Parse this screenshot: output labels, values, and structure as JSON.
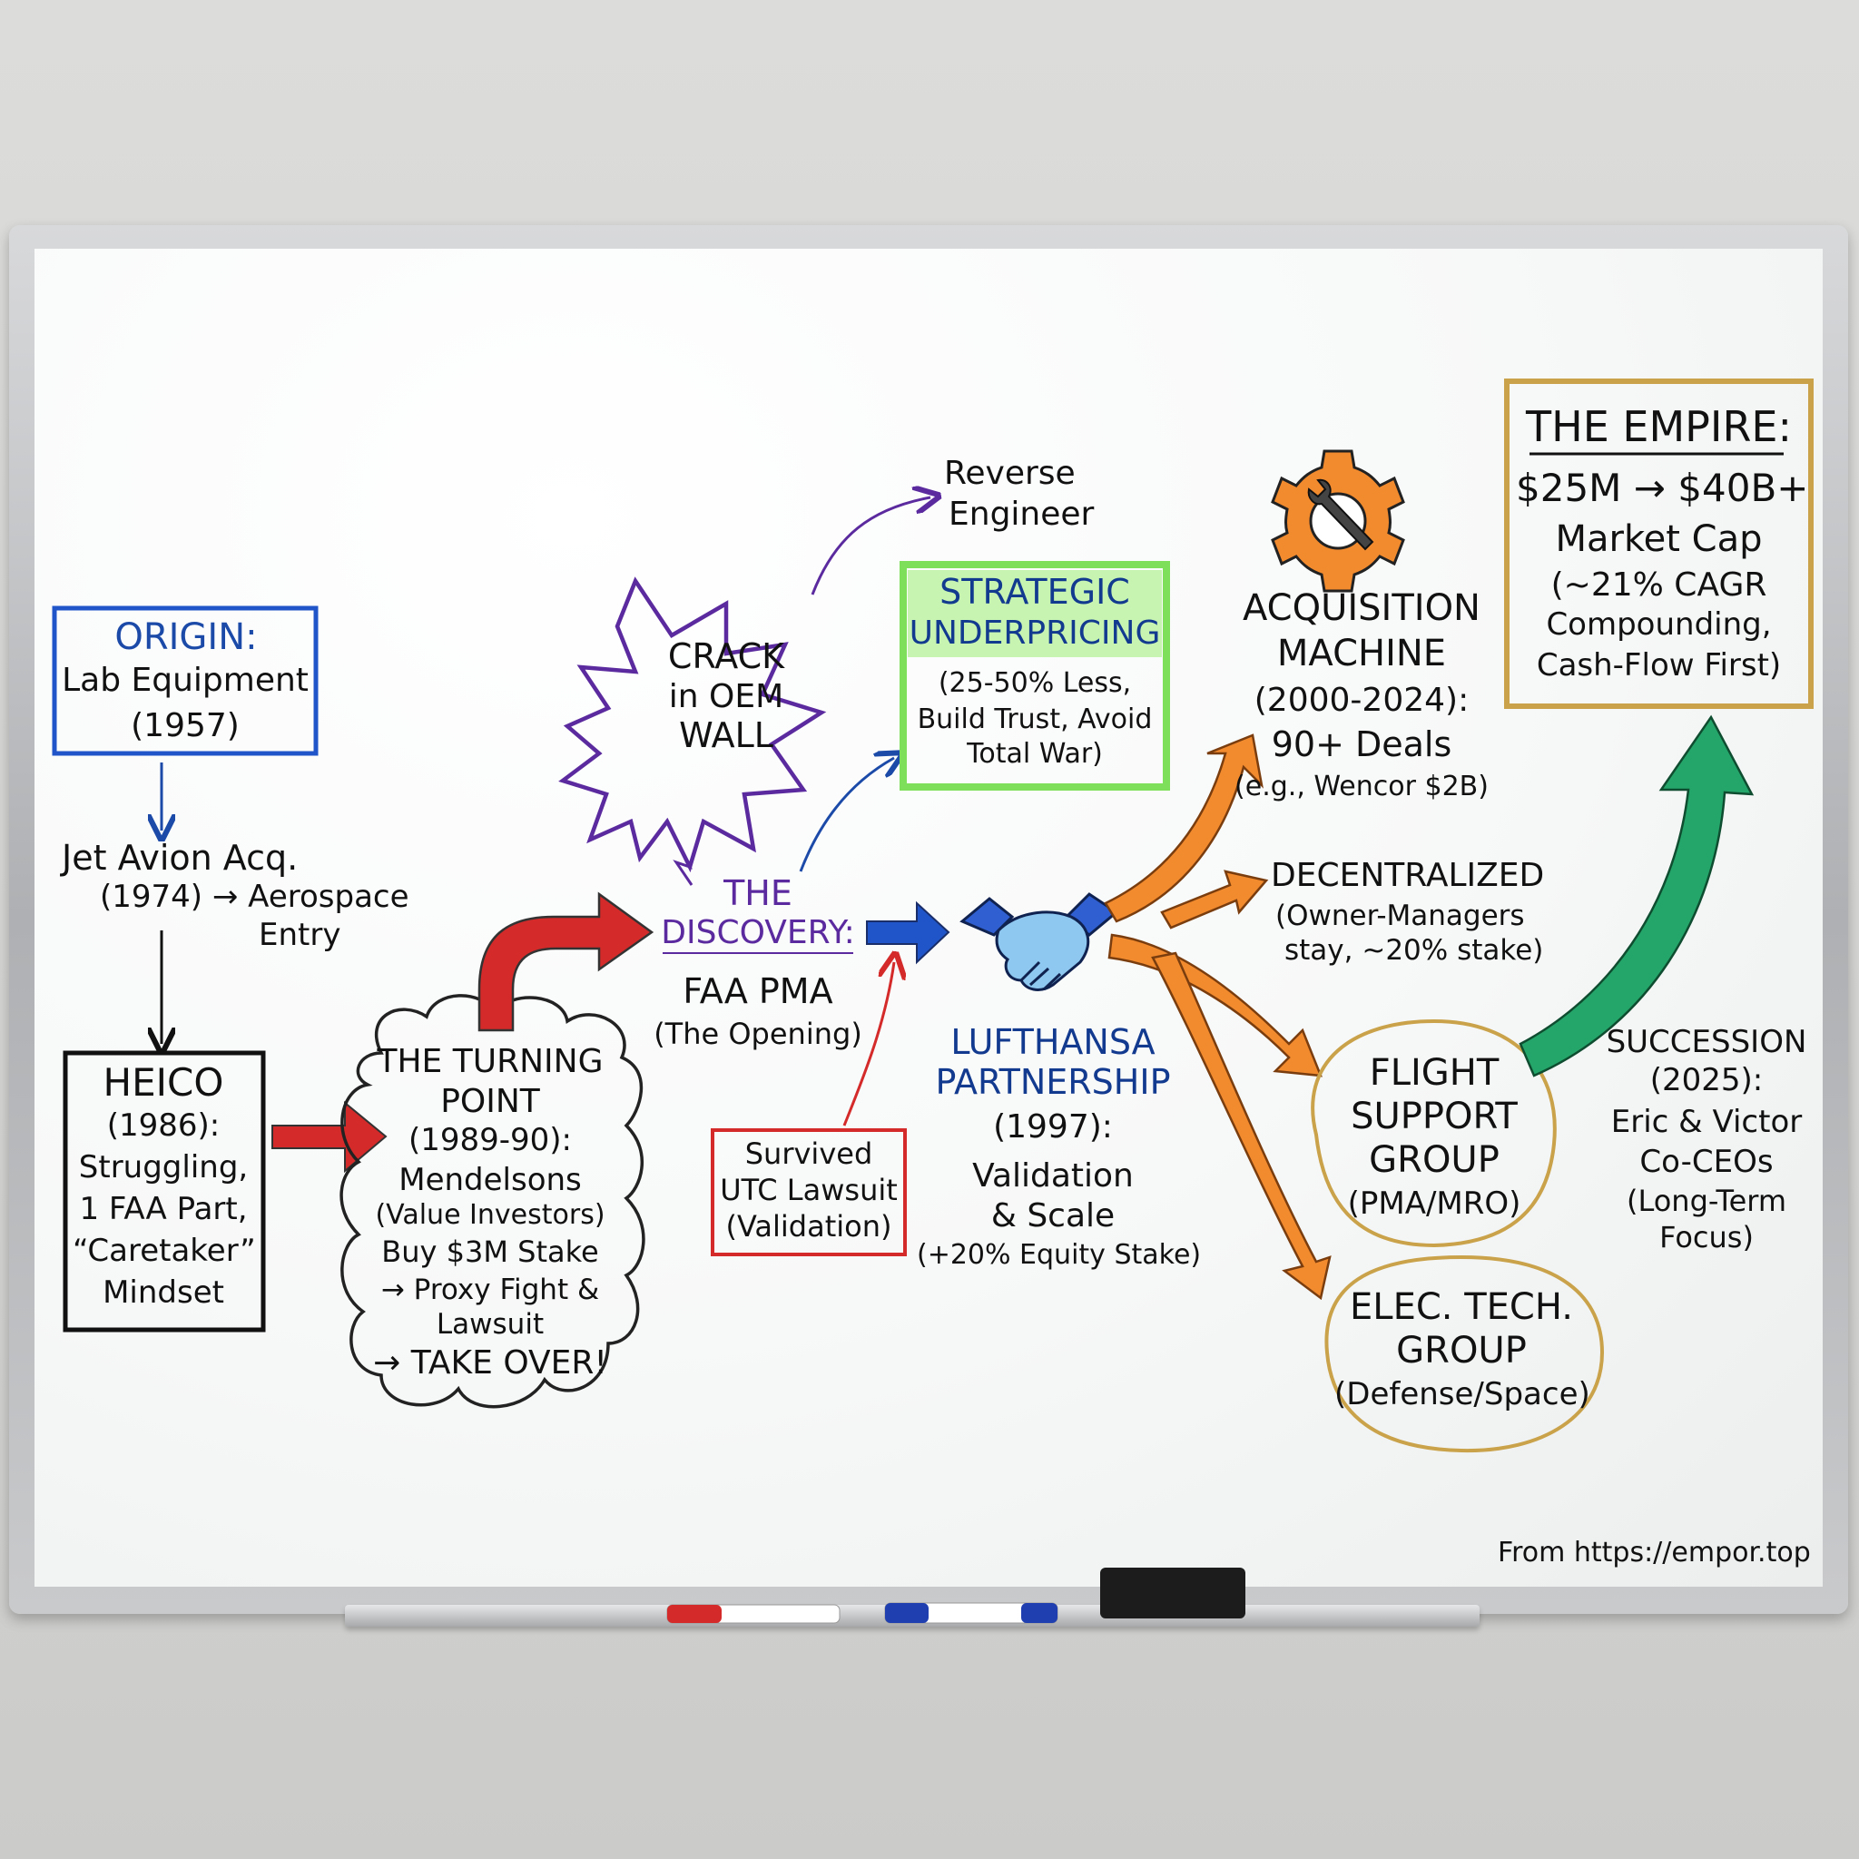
{
  "origin": {
    "title": "ORIGIN:",
    "line1": "Lab Equipment",
    "line2": "(1957)"
  },
  "jet_avion": {
    "line1": "Jet Avion Acq.",
    "line2": "(1974) → Aerospace",
    "line3": "Entry"
  },
  "heico": {
    "title": "HEICO",
    "line1": "(1986):",
    "line2": "Struggling,",
    "line3": "1 FAA Part,",
    "line4": "“Caretaker”",
    "line5": "Mindset"
  },
  "turning_point": {
    "line1": "THE TURNING",
    "line2": "POINT",
    "line3": "(1989-90):",
    "line4": "Mendelsons",
    "line5": "(Value Investors)",
    "line6": "Buy $3M Stake",
    "line7": "→ Proxy Fight &",
    "line8": "Lawsuit",
    "line9": "→ TAKE OVER!"
  },
  "crack": {
    "line1": "CRACK",
    "line2": "in OEM",
    "line3": "WALL"
  },
  "reverse": {
    "line1": "Reverse",
    "line2": "Engineer"
  },
  "strategic": {
    "title1": "STRATEGIC",
    "title2": "UNDERPRICING",
    "line1": "(25-50% Less,",
    "line2": "Build Trust, Avoid",
    "line3": "Total War)"
  },
  "discovery": {
    "title1": "THE",
    "title2": "DISCOVERY:",
    "line1": "FAA PMA",
    "line2": "(The Opening)"
  },
  "utc": {
    "line1": "Survived",
    "line2": "UTC Lawsuit",
    "line3": "(Validation)"
  },
  "lufthansa": {
    "title1": "LUFTHANSA",
    "title2": "PARTNERSHIP",
    "line1": "(1997):",
    "line2": "Validation",
    "line3": "& Scale",
    "line4": "(+20% Equity Stake)"
  },
  "acquisition": {
    "title1": "ACQUISITION",
    "title2": "MACHINE",
    "line1": "(2000-2024):",
    "line2": "90+ Deals",
    "line3": "(e.g., Wencor $2B)"
  },
  "decentralized": {
    "title": "DECENTRALIZED",
    "line1": "(Owner-Managers",
    "line2": "stay, ~20% stake)"
  },
  "flight": {
    "line1": "FLIGHT",
    "line2": "SUPPORT",
    "line3": "GROUP",
    "line4": "(PMA/MRO)"
  },
  "elec": {
    "line1": "ELEC. TECH.",
    "line2": "GROUP",
    "line3": "(Defense/Space)"
  },
  "empire": {
    "title": "THE EMPIRE:",
    "line1": "$25M → $40B+",
    "line2": "Market Cap",
    "line3": "(~21% CAGR",
    "line4": "Compounding,",
    "line5": "Cash-Flow First)"
  },
  "succession": {
    "title": "SUCCESSION",
    "line1": "(2025):",
    "line2": "Eric & Victor",
    "line3": "Co-CEOs",
    "line4": "(Long-Term",
    "line5": "Focus)"
  },
  "credit": {
    "text": "From https://empor.top"
  },
  "colors": {
    "red": "#d42a2a",
    "orange": "#f28a2e",
    "green": "#24a66a",
    "blue": "#1f55c8",
    "purple": "#5a2a9e",
    "lightgreen": "#7ee05a",
    "gold": "#c9a24a"
  }
}
